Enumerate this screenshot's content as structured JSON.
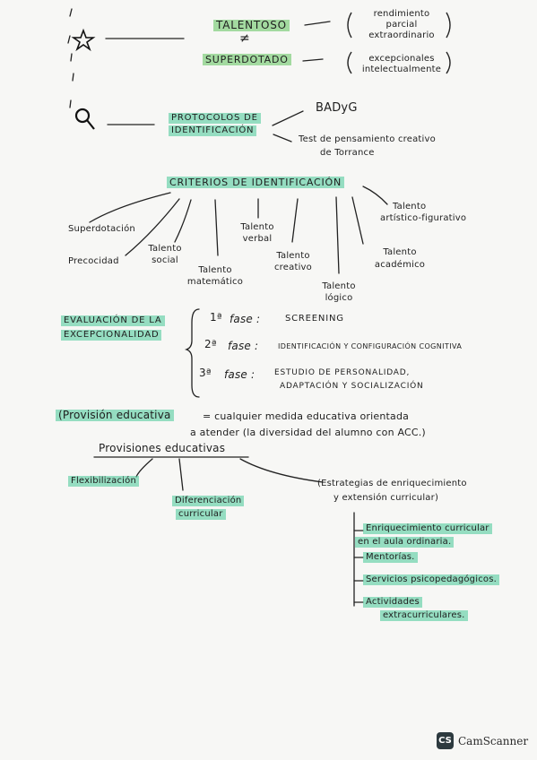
{
  "header": {
    "talentoso": "TALENTOSO",
    "neq": "≠",
    "superdotado": "SUPERDOTADO",
    "talentoso_desc": [
      "rendimiento",
      "parcial",
      "extraordinario"
    ],
    "superdotado_desc": [
      "excepcionales",
      "intelectualmente"
    ]
  },
  "protocols": {
    "label": [
      "PROTOCOLOS DE",
      "IDENTIFICACIÓN"
    ],
    "item1": "BADyG",
    "item2": [
      "Test de pensamiento creativo",
      "de Torrance"
    ]
  },
  "criteria": {
    "title": "CRITERIOS DE IDENTIFICACIÓN",
    "items": {
      "superdotacion": "Superdotación",
      "precocidad": "Precocidad",
      "social": [
        "Talento",
        "social"
      ],
      "matematico": [
        "Talento",
        "matemático"
      ],
      "verbal": [
        "Talento",
        "verbal"
      ],
      "creativo": [
        "Talento",
        "creativo"
      ],
      "logico": [
        "Talento",
        "lógico"
      ],
      "academico": [
        "Talento",
        "académico"
      ],
      "artistico": [
        "Talento",
        "artístico-figurativo"
      ]
    }
  },
  "evaluation": {
    "label": [
      "EVALUACIÓN DE LA",
      "EXCEPCIONALIDAD"
    ],
    "phases": [
      {
        "num": "1ª",
        "word": "fase :",
        "text": [
          "SCREENING"
        ]
      },
      {
        "num": "2ª",
        "word": "fase :",
        "text": [
          "IDENTIFICACIÓN Y CONFIGURACIÓN COGNITIVA"
        ]
      },
      {
        "num": "3ª",
        "word": "fase :",
        "text": [
          "ESTUDIO DE PERSONALIDAD,",
          "ADAPTACIÓN Y SOCIALIZACIÓN"
        ]
      }
    ]
  },
  "provision": {
    "term": "(Provisión educativa",
    "definition": [
      "= cualquier medida educativa orientada",
      "a atender (la diversidad del alumno con ACC.)"
    ]
  },
  "provisions": {
    "title": "Provisiones educativas",
    "flexibilizacion": "Flexibilización",
    "diferenciacion": [
      "Diferenciación",
      "curricular"
    ],
    "estrategias": [
      "(Estrategias de enriquecimiento",
      "y extensión curricular)"
    ],
    "sub": [
      [
        "Enriquecimiento curricular",
        "en el aula ordinaria."
      ],
      [
        "Mentorías."
      ],
      [
        "Servicios psicopedagógicos."
      ],
      [
        "Actividades",
        "extracurriculares."
      ]
    ]
  },
  "footer": {
    "logo": "CS",
    "brand": "CamScanner"
  }
}
